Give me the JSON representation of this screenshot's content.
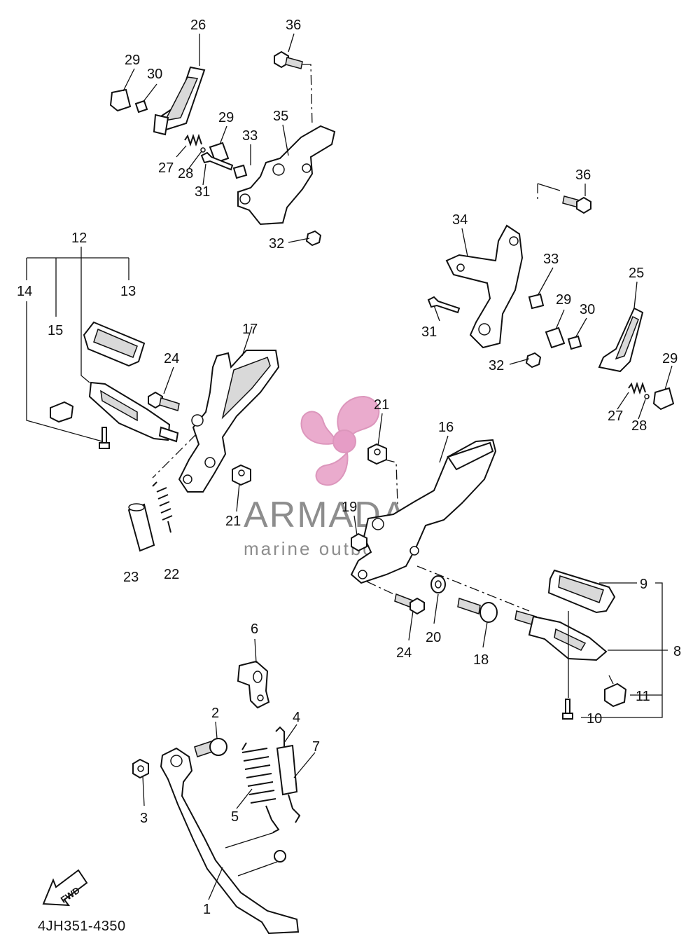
{
  "diagram": {
    "code": "4JH351-4350",
    "fwd_label": "FWD"
  },
  "watermark": {
    "brand": "ARMADA",
    "tagline": "marine outboards",
    "color": "#e8a3c8",
    "text_color": "#6b6b6b"
  },
  "callouts": [
    "1",
    "2",
    "3",
    "4",
    "5",
    "6",
    "7",
    "8",
    "9",
    "10",
    "11",
    "12",
    "13",
    "14",
    "15",
    "16",
    "17",
    "18",
    "19",
    "20",
    "21",
    "22",
    "23",
    "24",
    "25",
    "26",
    "27",
    "28",
    "29",
    "30",
    "31",
    "32",
    "33",
    "34",
    "35",
    "36"
  ]
}
